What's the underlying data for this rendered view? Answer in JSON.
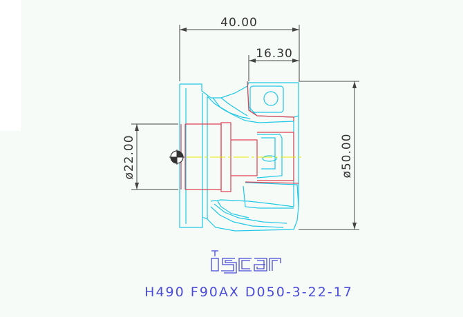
{
  "drawing": {
    "dimension_overall_length": "40.00",
    "dimension_insert_offset": "16.30",
    "dimension_bore_diameter": "ø22.00",
    "dimension_outer_diameter": "ø50.00",
    "logo_text": "iscar",
    "designation": "H490 F90AX D050-3-22-17"
  },
  "colors": {
    "background": "#ffffff",
    "panel": "#f7fbf8",
    "outline": "#1ec8e6",
    "section": "#e04050",
    "dimension": "#444444",
    "centerline": "#e8e800",
    "logo": "#4a4ad8",
    "title_text": "#4c4cdc"
  }
}
